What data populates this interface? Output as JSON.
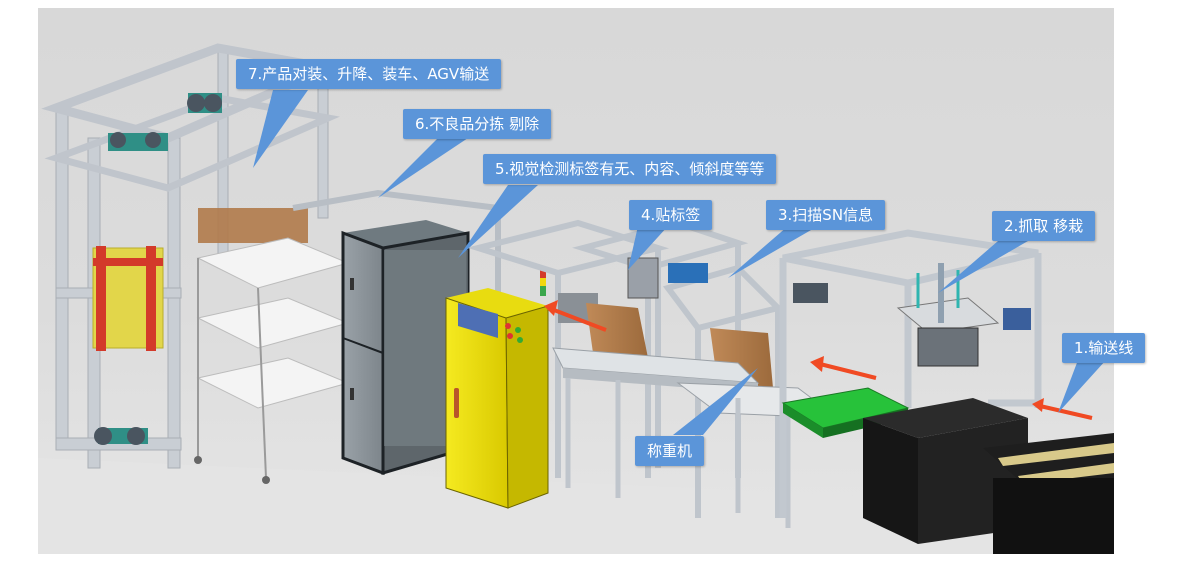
{
  "callouts": {
    "c7": "7.产品对装、升降、装车、AGV输送",
    "c6": "6.不良品分拣 剔除",
    "c5": "5.视觉检测标签有无、内容、倾斜度等等",
    "c4": "4.贴标签",
    "c3": "3.扫描SN信息",
    "c2": "2.抓取 移栽",
    "c1": "1.输送线",
    "weigher": "称重机"
  },
  "colors": {
    "callout": "#5b95d9",
    "arrow": "#f04a23",
    "frame": "#c7ccd3",
    "cabinet_gray": "#8f979c",
    "control_yellow": "#f2e300",
    "conveyor_green": "#27c23a",
    "conveyor_dark": "#1a1a1a",
    "lift_red": "#d33a2a",
    "lift_yellow": "#e6d84a",
    "box_brown": "#b07a4a",
    "teal": "#2f8f86"
  }
}
